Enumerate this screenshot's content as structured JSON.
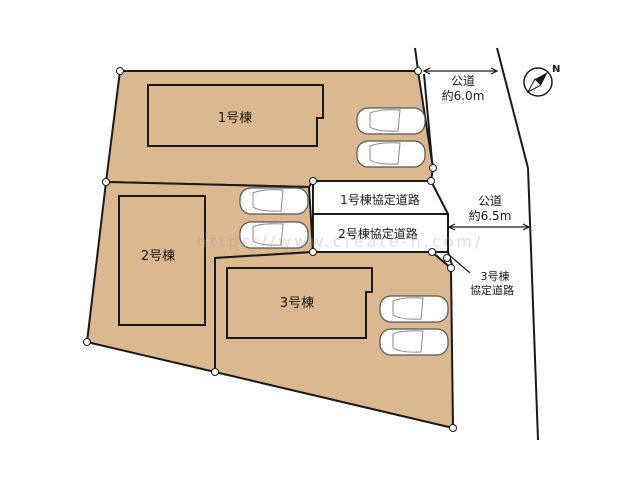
{
  "lots": {
    "lot1_label": "1号棟",
    "lot2_label": "2号棟",
    "lot3_label": "3号棟"
  },
  "private_roads": {
    "road1_label": "1号棟協定道路",
    "road2_label": "2号棟協定道路",
    "road3_label_line1": "3号棟",
    "road3_label_line2": "協定道路"
  },
  "public_roads": {
    "north": {
      "line1": "公道",
      "line2": "約6.0m"
    },
    "east": {
      "line1": "公道",
      "line2": "約6.5m"
    }
  },
  "compass": {
    "letter": "N",
    "icon": "north-arrow-icon"
  },
  "watermark": "https://www.create-h.com/",
  "colors": {
    "lot_fill": "#dcb891",
    "line": "#1a1a1a",
    "road_fill": "#ffffff"
  }
}
